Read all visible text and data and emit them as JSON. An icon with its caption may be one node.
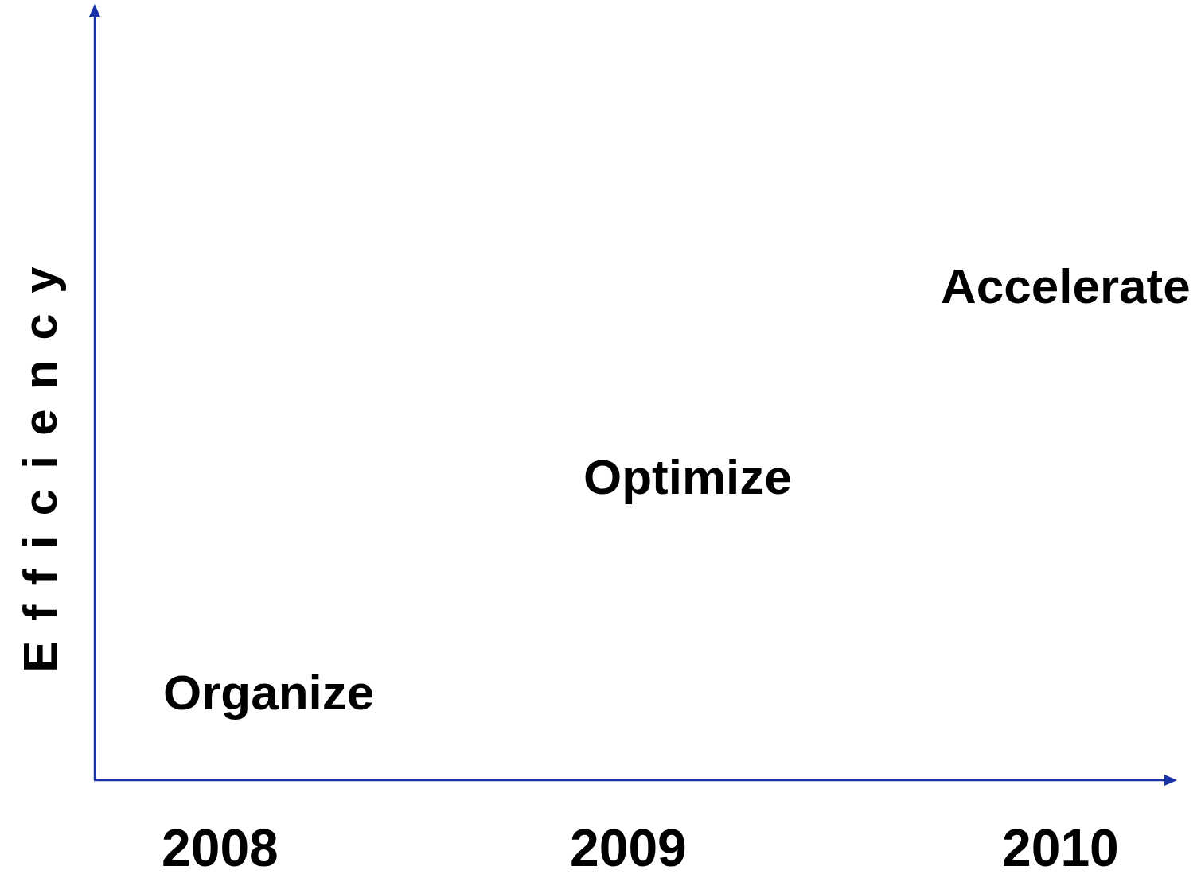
{
  "diagram": {
    "labels": [
      "Accelerate",
      "Optimize",
      "Efficiency",
      "Organize",
      "2008",
      "2009",
      "2010"
    ]
  }
}
